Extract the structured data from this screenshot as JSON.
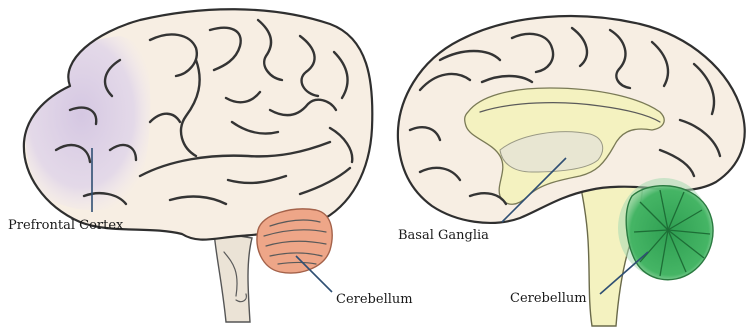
{
  "labels": {
    "prefrontal_cortex": "Prefrontal Cortex",
    "cerebellum_left": "Cerebellum",
    "basal_ganglia": "Basal Ganglia",
    "cerebellum_right": "Cerebellum"
  },
  "colors": {
    "cortex_fill": "#f7eee3",
    "prefrontal_highlight": "#d9cde6",
    "cerebellum_left": "#eea688",
    "basal_ganglia_fill": "#f4f2c0",
    "cerebellum_right": "#3aa65a",
    "brainstem": "#ebe3d6",
    "leader_line": "#2f4f73"
  }
}
